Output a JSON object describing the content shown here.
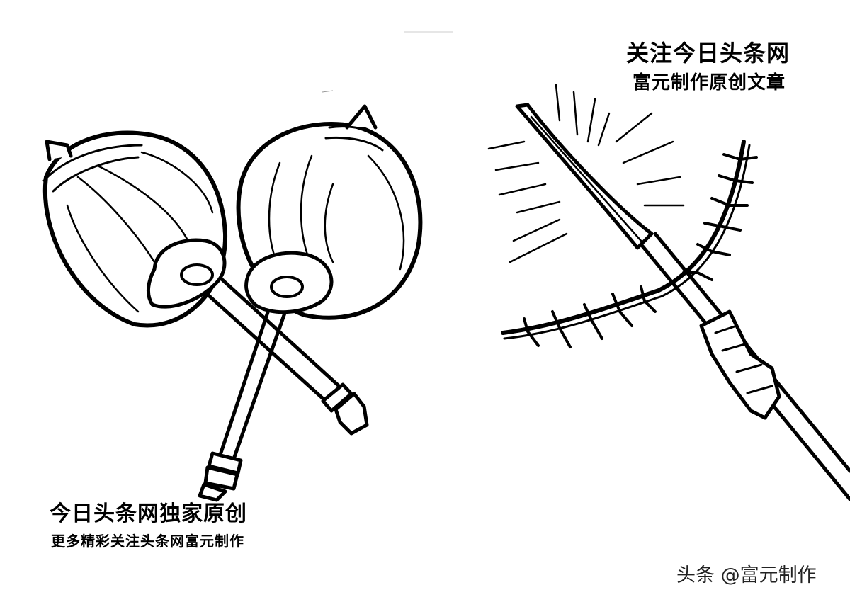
{
  "captions": {
    "left_title": "今日头条网独家原创",
    "left_subtitle": "更多精彩关注头条网富元制作",
    "right_title": "关注今日头条网",
    "right_subtitle": "富元制作原创文章"
  },
  "watermark": "头条 @富元制作",
  "colors": {
    "ink": "#000000",
    "paper": "#ffffff"
  }
}
